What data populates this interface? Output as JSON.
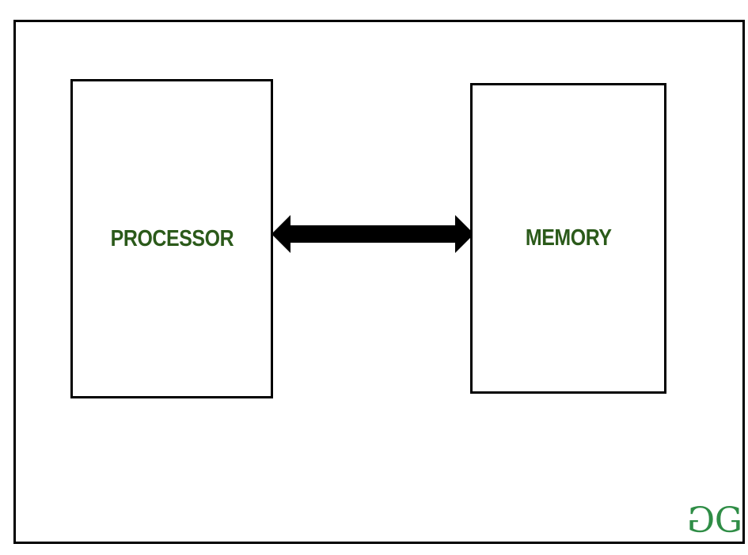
{
  "diagram": {
    "processor": {
      "label": "PROCESSOR"
    },
    "memory": {
      "label": "MEMORY"
    },
    "connection": {
      "type": "bidirectional-arrow",
      "color": "#000000"
    },
    "label_color": "#2b5a1a"
  },
  "logo": {
    "text": "GG",
    "color": "#2f8d46"
  }
}
